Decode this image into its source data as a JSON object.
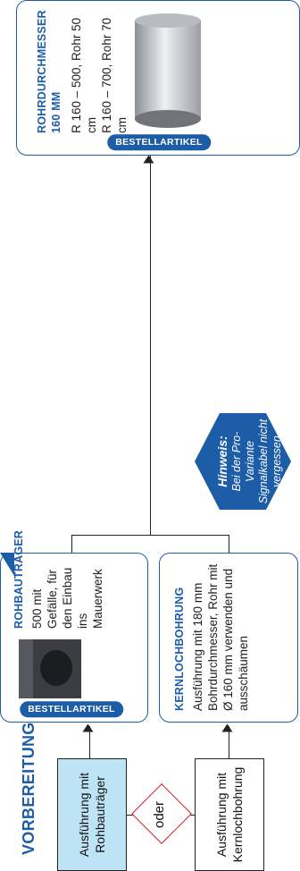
{
  "title": "Vorbereitung ohne Gerät",
  "option_core_drilling": "Ausführung mit Kernlochbohrung",
  "option_rough_carrier": "Ausführung mit Rohbauträger",
  "or_label": "oder",
  "hint": {
    "title": "Hinweis:",
    "text": "Bei der Pro-Variante Signalkabel nicht vergessen"
  },
  "core_drilling_card": {
    "title": "Kernlochbohrung",
    "text": "Ausführung mit 180 mm Bohrdurchmesser, Rohr mit Ø 160 mm verwenden und ausschäumen"
  },
  "rough_carrier_card": {
    "badge": "Bestellartikel",
    "title": "Rohbauträger",
    "text": "500 mit Gefälle, für den Einbau ins Mauerwerk"
  },
  "pipe_card": {
    "badge": "Bestellartikel",
    "title_line1": "Rohrdurchmesser",
    "title_line2": "160 mm",
    "spec_line1": "R 160 – 500, Rohr 50 cm",
    "spec_line2": "R 160 – 700, Rohr 70 cm"
  },
  "colors": {
    "accent": "#1d5da8",
    "diamond": "#d31f2a",
    "highlight_box": "#bde4f4"
  }
}
